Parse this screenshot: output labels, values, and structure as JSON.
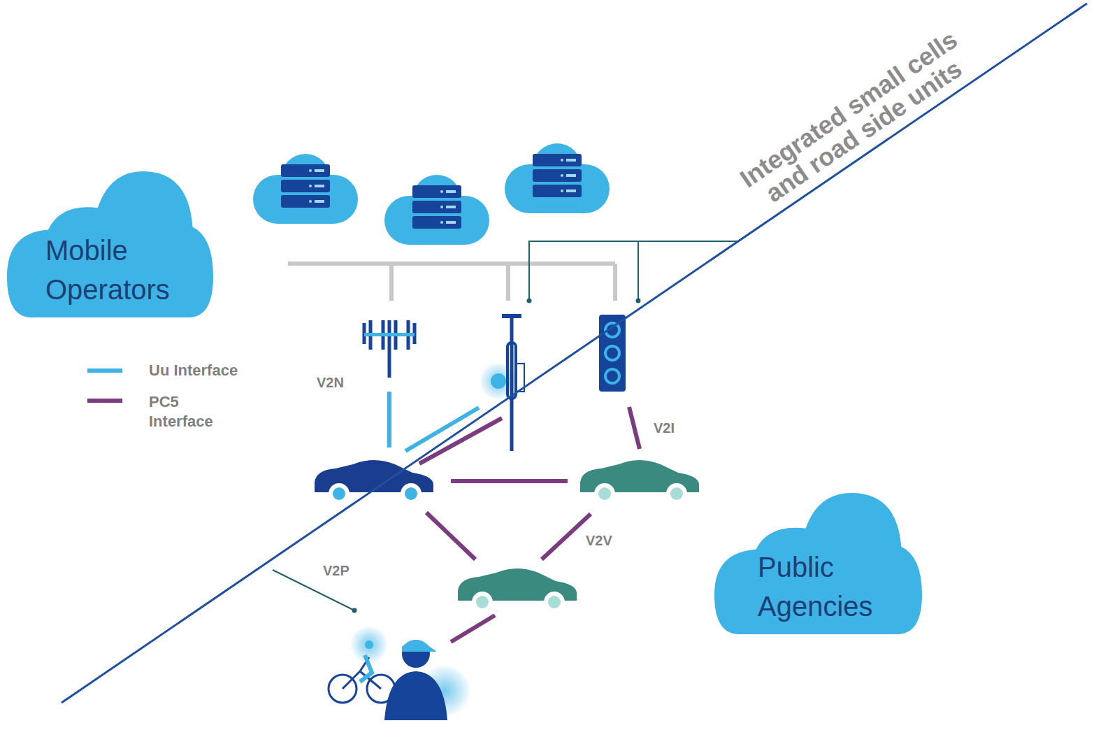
{
  "diagram": {
    "nodes": [
      {
        "text": [
          "Mobile Operators"
        ]
      },
      {
        "text": [
          "Public Agencies"
        ]
      }
    ],
    "labels": [
      "Integrated small cells and road side units",
      "V2N",
      "V2I",
      "V2V",
      "V2P"
    ],
    "legend": [
      {
        "text": "Uu Interface",
        "color": "#3db3e6"
      },
      {
        "text": "PC5 Interface",
        "color": "#7b3b7f"
      }
    ]
  }
}
